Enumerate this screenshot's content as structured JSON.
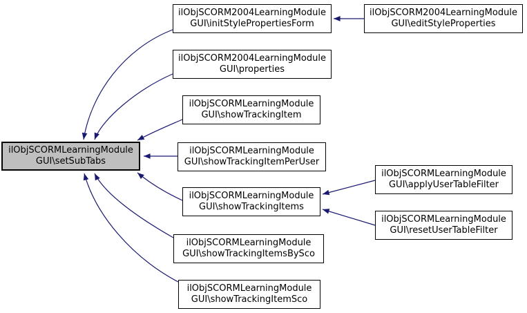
{
  "diagram": {
    "type": "call-graph",
    "colors": {
      "background": "#ffffff",
      "edge": "#191970",
      "node_border": "#000000",
      "node_fill": "#ffffff",
      "highlight_fill": "#bfbfbf",
      "text": "#000000"
    },
    "nodes": [
      {
        "id": "setSubTabs",
        "label_line1": "ilObjSCORMLearningModule",
        "label_line2": "GUI\\setSubTabs",
        "highlight": true
      },
      {
        "id": "initStylePropertiesForm",
        "label_line1": "ilObjSCORM2004LearningModule",
        "label_line2": "GUI\\initStylePropertiesForm",
        "highlight": false
      },
      {
        "id": "properties",
        "label_line1": "ilObjSCORM2004LearningModule",
        "label_line2": "GUI\\properties",
        "highlight": false
      },
      {
        "id": "showTrackingItem",
        "label_line1": "ilObjSCORMLearningModule",
        "label_line2": "GUI\\showTrackingItem",
        "highlight": false
      },
      {
        "id": "showTrackingItemPerUser",
        "label_line1": "ilObjSCORMLearningModule",
        "label_line2": "GUI\\showTrackingItemPerUser",
        "highlight": false
      },
      {
        "id": "showTrackingItems",
        "label_line1": "ilObjSCORMLearningModule",
        "label_line2": "GUI\\showTrackingItems",
        "highlight": false
      },
      {
        "id": "showTrackingItemsBySco",
        "label_line1": "ilObjSCORMLearningModule",
        "label_line2": "GUI\\showTrackingItemsBySco",
        "highlight": false
      },
      {
        "id": "showTrackingItemSco",
        "label_line1": "ilObjSCORMLearningModule",
        "label_line2": "GUI\\showTrackingItemSco",
        "highlight": false
      },
      {
        "id": "editStyleProperties",
        "label_line1": "ilObjSCORM2004LearningModule",
        "label_line2": "GUI\\editStyleProperties",
        "highlight": false
      },
      {
        "id": "applyUserTableFilter",
        "label_line1": "ilObjSCORMLearningModule",
        "label_line2": "GUI\\applyUserTableFilter",
        "highlight": false
      },
      {
        "id": "resetUserTableFilter",
        "label_line1": "ilObjSCORMLearningModule",
        "label_line2": "GUI\\resetUserTableFilter",
        "highlight": false
      }
    ],
    "edges": [
      {
        "from": "initStylePropertiesForm",
        "to": "setSubTabs"
      },
      {
        "from": "properties",
        "to": "setSubTabs"
      },
      {
        "from": "showTrackingItem",
        "to": "setSubTabs"
      },
      {
        "from": "showTrackingItemPerUser",
        "to": "setSubTabs"
      },
      {
        "from": "showTrackingItems",
        "to": "setSubTabs"
      },
      {
        "from": "showTrackingItemsBySco",
        "to": "setSubTabs"
      },
      {
        "from": "showTrackingItemSco",
        "to": "setSubTabs"
      },
      {
        "from": "editStyleProperties",
        "to": "initStylePropertiesForm"
      },
      {
        "from": "applyUserTableFilter",
        "to": "showTrackingItems"
      },
      {
        "from": "resetUserTableFilter",
        "to": "showTrackingItems"
      }
    ]
  }
}
